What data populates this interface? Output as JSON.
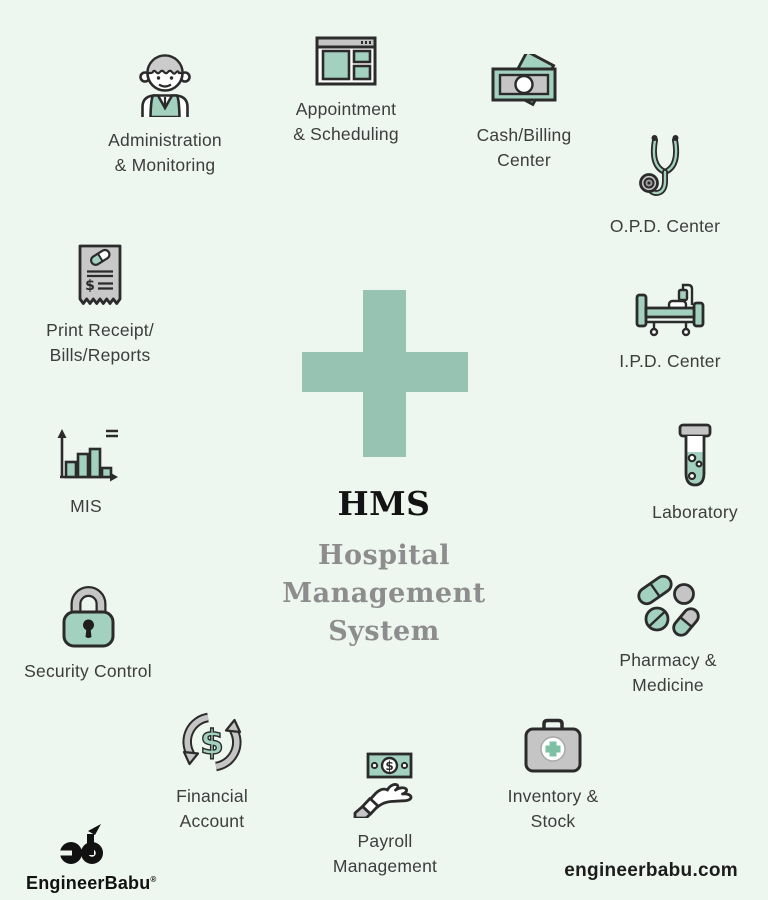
{
  "page": {
    "background_color": "#eef6f0",
    "accent_color": "#97c4b2",
    "icon_teal": "#a3d1bf",
    "icon_gray": "#c5c5c5",
    "outline_color": "#2b2b2b"
  },
  "center": {
    "acronym": "HMS",
    "subtitle_lines": [
      "Hospital",
      "Management System"
    ]
  },
  "modules": [
    {
      "id": "administration",
      "icon": "person-icon",
      "label_lines": [
        "Administration",
        "& Monitoring"
      ]
    },
    {
      "id": "appointment",
      "icon": "browser-window-icon",
      "label_lines": [
        "Appointment",
        "& Scheduling"
      ]
    },
    {
      "id": "cash-billing",
      "icon": "banknote-icon",
      "label_lines": [
        "Cash/Billing",
        "Center"
      ]
    },
    {
      "id": "opd-center",
      "icon": "stethoscope-icon",
      "label_lines": [
        "O.P.D. Center"
      ]
    },
    {
      "id": "ipd-center",
      "icon": "hospital-bed-icon",
      "label_lines": [
        "I.P.D. Center"
      ]
    },
    {
      "id": "laboratory",
      "icon": "test-tube-icon",
      "label_lines": [
        "Laboratory"
      ]
    },
    {
      "id": "pharmacy",
      "icon": "pills-icon",
      "label_lines": [
        "Pharmacy &",
        "Medicine"
      ]
    },
    {
      "id": "inventory",
      "icon": "first-aid-kit-icon",
      "label_lines": [
        "Inventory &",
        "Stock"
      ]
    },
    {
      "id": "payroll",
      "icon": "money-in-hand-icon",
      "label_lines": [
        "Payroll",
        "Management"
      ]
    },
    {
      "id": "financial",
      "icon": "dollar-cycle-icon",
      "label_lines": [
        "Financial",
        "Account"
      ]
    },
    {
      "id": "security",
      "icon": "padlock-icon",
      "label_lines": [
        "Security Control"
      ]
    },
    {
      "id": "mis",
      "icon": "bar-chart-icon",
      "label_lines": [
        "MIS"
      ]
    },
    {
      "id": "print-receipt",
      "icon": "receipt-icon",
      "label_lines": [
        "Print Receipt/",
        "Bills/Reports"
      ]
    }
  ],
  "footer": {
    "brand": "EngineerBabu",
    "registered_mark": "®",
    "website": "engineerbabu.com"
  }
}
